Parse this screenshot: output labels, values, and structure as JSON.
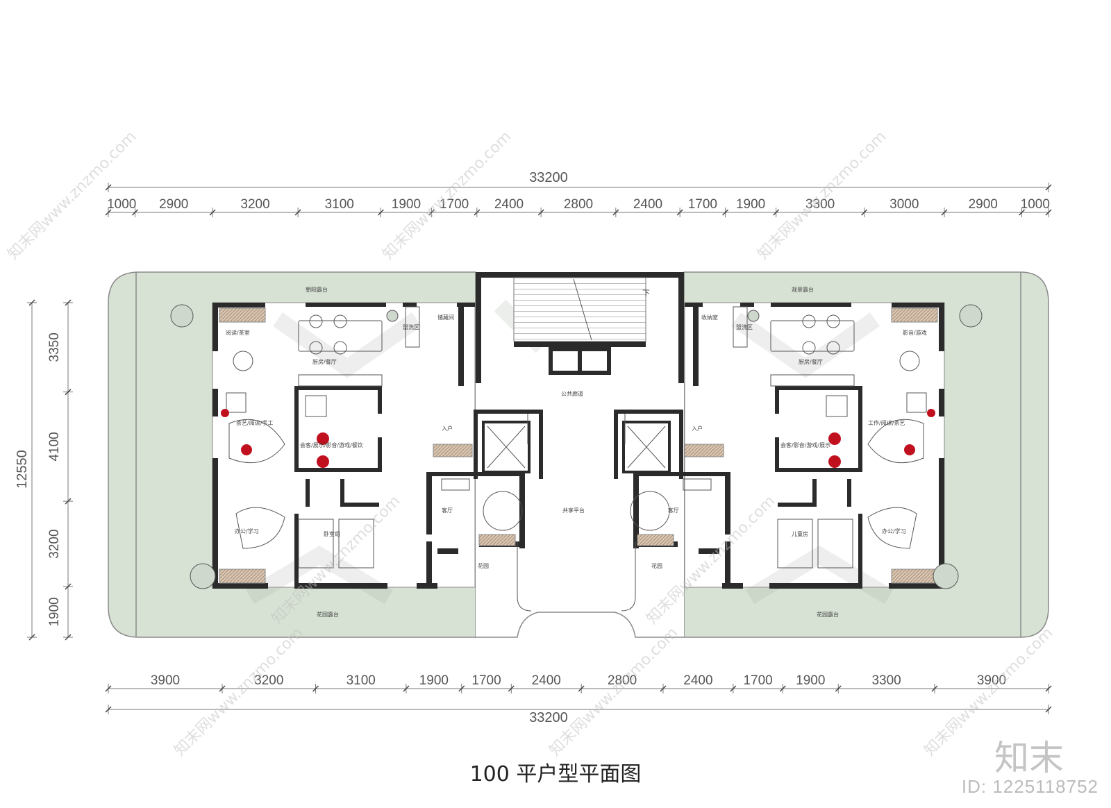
{
  "plan": {
    "title": "100 平户型平面图",
    "total_top": "33200",
    "total_bottom": "33200",
    "total_left": "12550",
    "dims_top": [
      "1000",
      "2900",
      "3200",
      "3100",
      "1900",
      "1700",
      "2400",
      "2800",
      "2400",
      "1700",
      "1900",
      "3300",
      "3000",
      "2900",
      "1000"
    ],
    "dims_bottom": [
      "3900",
      "3200",
      "3100",
      "1900",
      "1700",
      "2400",
      "2800",
      "2400",
      "1700",
      "1900",
      "3300",
      "3900"
    ],
    "dims_left": [
      "3350",
      "4100",
      "3200",
      "1900"
    ],
    "stair_label": "下",
    "rooms": {
      "left_balcony_top": "朝阳露台",
      "left_bath_top": "盥洗区",
      "left_storage": "储藏间",
      "left_dining": "厨房/餐厅",
      "left_reading": "阅读/茶室",
      "left_study": "茶艺/阅读/手工",
      "left_hall": "会客/展示/影音/游戏/餐饮",
      "left_entry": "入户",
      "left_office": "办公/学习",
      "left_bedroom": "卧室组",
      "left_garden": "花园露台",
      "corridor": "公共廊道",
      "platform": "共享平台",
      "left_lobby": "客厅",
      "left_green": "花园",
      "right_balcony_top": "观景露台",
      "right_bath_top": "盥洗区",
      "right_storage": "收纳室",
      "right_dining": "厨房/餐厅",
      "right_reading": "影音/游戏",
      "right_study": "工作/阅读/茶艺",
      "right_hall": "会客/影音/游戏/展示",
      "right_entry": "入户",
      "right_office": "办公/学习",
      "right_bedroom": "儿童房",
      "right_garden": "花园露台",
      "right_lobby": "客厅",
      "right_green": "花园"
    },
    "watermark_text": "知末网www.znzmo.com"
  },
  "branding": {
    "logo": "知末",
    "id_label": "ID: 1225118752"
  },
  "colors": {
    "green": "#d7e2d4",
    "wall": "#2b2b2b",
    "red_marker": "#c0101e",
    "floor": "#ffffff",
    "line": "#8a8a8a"
  }
}
